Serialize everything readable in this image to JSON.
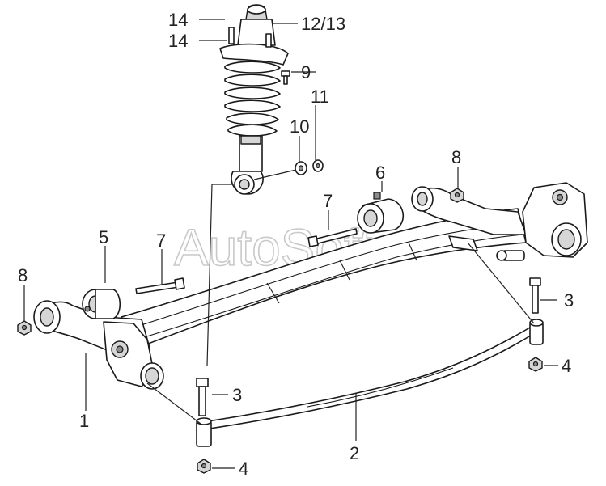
{
  "diagram": {
    "watermark": "AutoSoft",
    "labels": [
      {
        "id": "1",
        "text": "1"
      },
      {
        "id": "2",
        "text": "2"
      },
      {
        "id": "3a",
        "text": "3"
      },
      {
        "id": "3b",
        "text": "3"
      },
      {
        "id": "4a",
        "text": "4"
      },
      {
        "id": "4b",
        "text": "4"
      },
      {
        "id": "5",
        "text": "5"
      },
      {
        "id": "6",
        "text": "6"
      },
      {
        "id": "7a",
        "text": "7"
      },
      {
        "id": "7b",
        "text": "7"
      },
      {
        "id": "8a",
        "text": "8"
      },
      {
        "id": "8b",
        "text": "8"
      },
      {
        "id": "9",
        "text": "9"
      },
      {
        "id": "10",
        "text": "10"
      },
      {
        "id": "11",
        "text": "11"
      },
      {
        "id": "12_13",
        "text": "12/13"
      },
      {
        "id": "14a",
        "text": "14"
      },
      {
        "id": "14b",
        "text": "14"
      }
    ]
  }
}
